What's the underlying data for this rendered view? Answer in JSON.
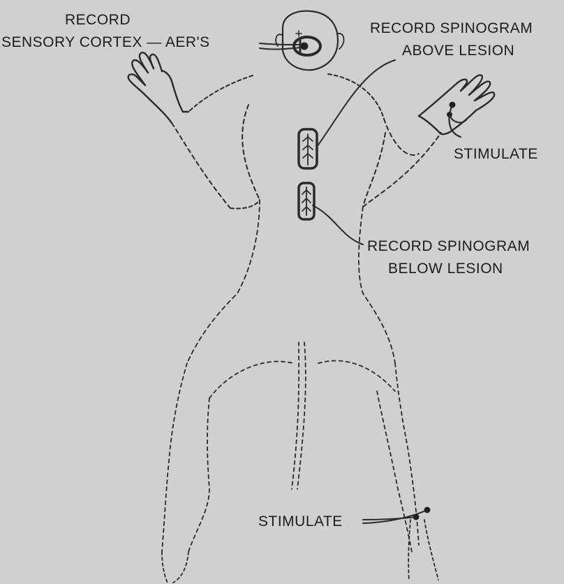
{
  "labels": {
    "record_cortex_line1": "RECORD",
    "record_cortex_line2": "SENSORY CORTEX — AER'S",
    "record_above_line1": "RECORD SPINOGRAM",
    "record_above_line2": "ABOVE LESION",
    "stimulate_hand": "STIMULATE",
    "record_below_line1": "RECORD SPINOGRAM",
    "record_below_line2": "BELOW LESION",
    "stimulate_leg": "STIMULATE"
  },
  "colors": {
    "background": "#d0d0d0",
    "ink": "#1c1c1c"
  }
}
